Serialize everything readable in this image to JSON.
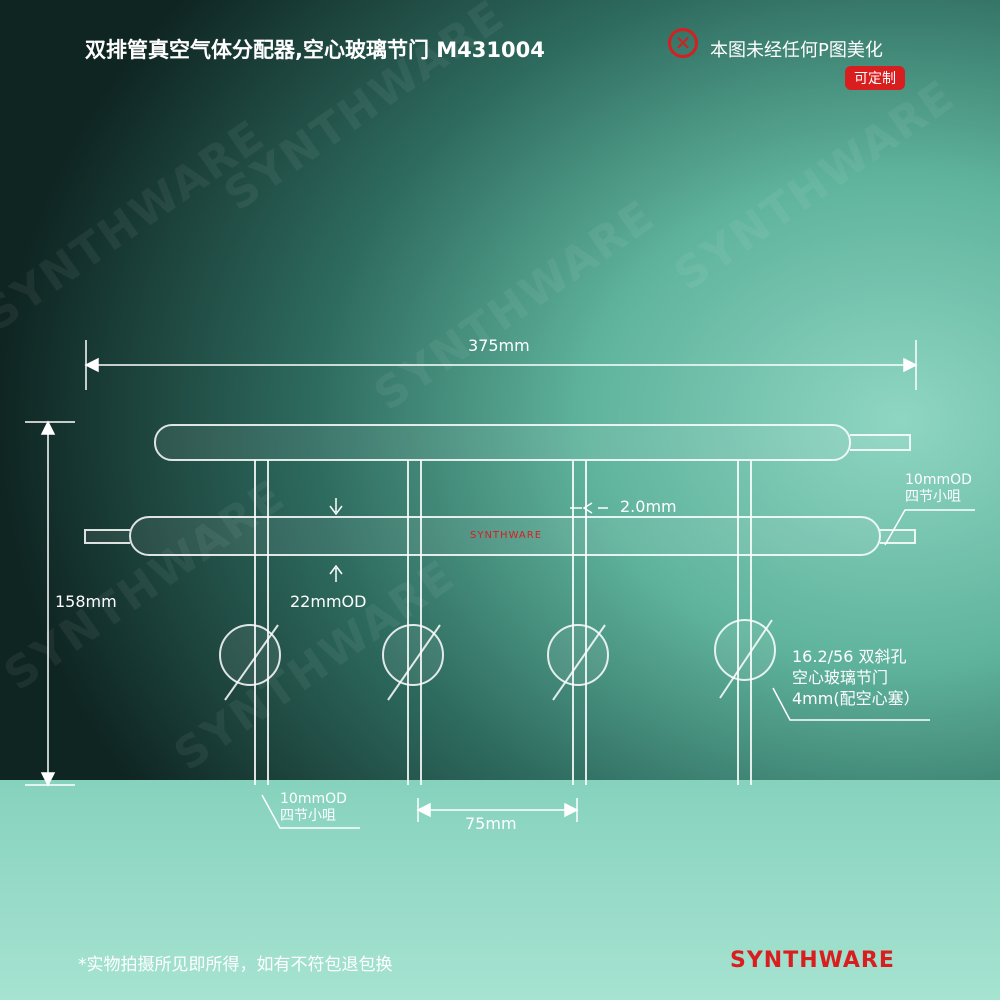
{
  "title": "双排管真空气体分配器,空心玻璃节门 M431004",
  "no_ps": {
    "icon": "x-circle-icon",
    "text": "本图未经任何P图美化"
  },
  "custom_badge": "可定制",
  "watermark": "SYNTHWARE",
  "dimensions": {
    "width": "375mm",
    "height": "158mm",
    "wall": "2.0mm",
    "tube_od": "22mmOD",
    "spacing": "75mm",
    "hose_right": [
      "10mmOD",
      "四节小咀"
    ],
    "hose_bottom": [
      "10mmOD",
      "四节小咀"
    ],
    "stopcock": [
      "16.2/56 双斜孔",
      "空心玻璃节门",
      "4mm(配空心塞）"
    ]
  },
  "glass_print": "SYNTHWARE",
  "footer": "*实物拍摄所见即所得，如有不符包退包换",
  "brand_logo": "SYNTHWARE",
  "colors": {
    "brand": "#d81e1e"
  }
}
